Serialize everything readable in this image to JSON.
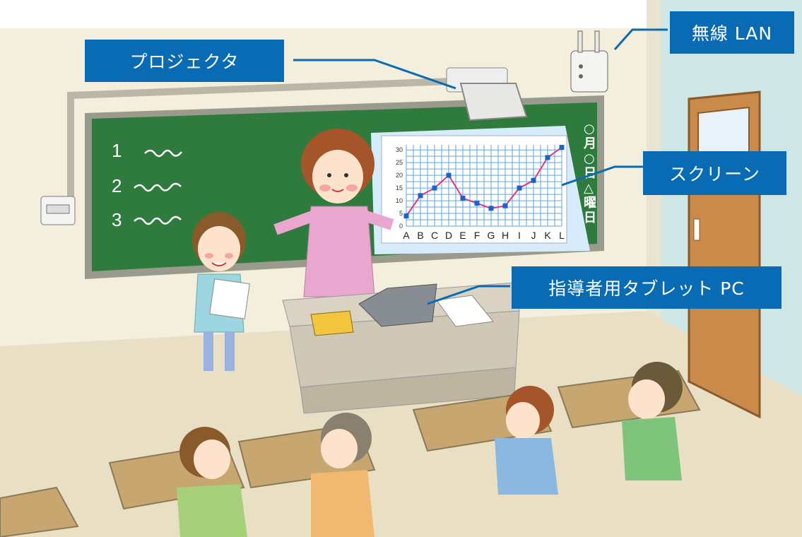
{
  "labels": {
    "projector": "プロジェクタ",
    "wireless_lan": "無線 LAN",
    "screen": "スクリーン",
    "teacher_tablet_pc": "指導者用タブレット PC"
  },
  "blackboard": {
    "lines": [
      "1",
      "2",
      "3"
    ],
    "side_text": [
      "○",
      "月",
      "○",
      "日",
      "△",
      "曜",
      "日"
    ]
  },
  "chart_data": {
    "type": "line",
    "categories": [
      "A",
      "B",
      "C",
      "D",
      "E",
      "F",
      "G",
      "H",
      "I",
      "J",
      "K",
      "L"
    ],
    "values": [
      4,
      12,
      15,
      20,
      11,
      9,
      7,
      8,
      15,
      18,
      27,
      31
    ],
    "yticks": [
      0,
      5,
      10,
      15,
      20,
      25,
      30
    ],
    "ylim": [
      0,
      32
    ],
    "grid": true,
    "colors": {
      "line": "#e8357a",
      "marker": "#1a63c8"
    }
  }
}
